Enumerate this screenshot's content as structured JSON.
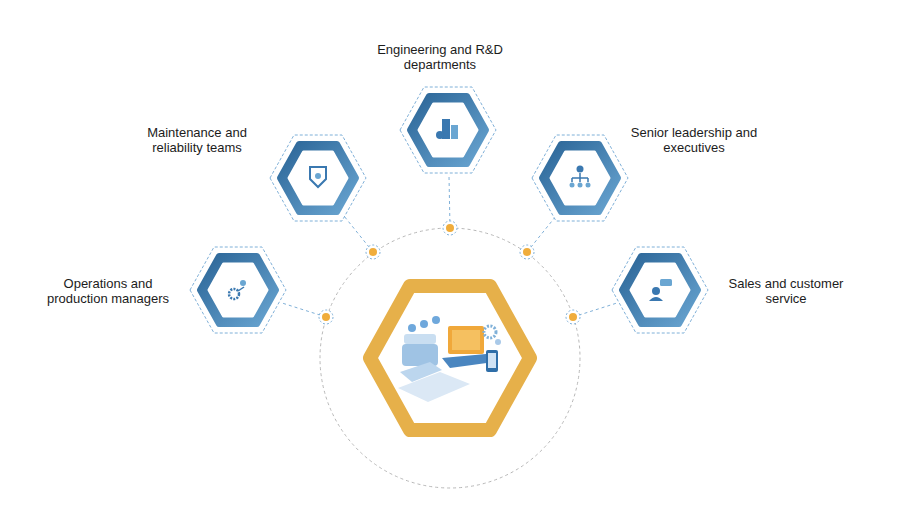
{
  "diagram": {
    "nodes": [
      {
        "text": [
          "Engineering and R&D departments"
        ]
      },
      {
        "text": [
          "Maintenance and reliability teams"
        ]
      },
      {
        "text": [
          "Senior leadership and executives"
        ]
      },
      {
        "text": [
          "Operations and production managers"
        ]
      },
      {
        "text": [
          "Sales and customer service"
        ]
      }
    ]
  }
}
